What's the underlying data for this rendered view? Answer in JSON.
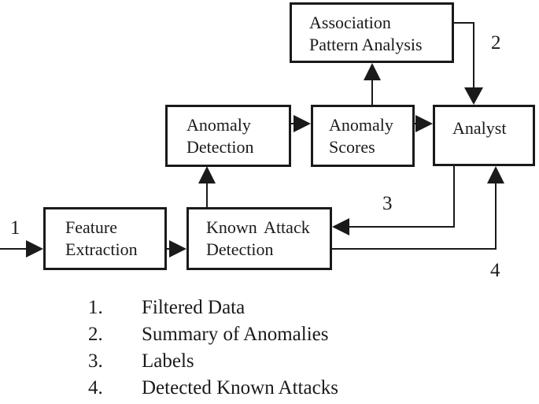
{
  "diagram": {
    "boxes": {
      "apa": {
        "line1": "Association",
        "line2": "Pattern Analysis"
      },
      "ad": {
        "line1": "Anomaly",
        "line2": "Detection"
      },
      "as": {
        "line1": "Anomaly",
        "line2": "Scores"
      },
      "analyst": {
        "line1": "Analyst"
      },
      "fe": {
        "line1": "Feature",
        "line2": "Extraction"
      },
      "kad": {
        "line1": "Known Attack",
        "line2": "Detection"
      }
    },
    "edge_labels": {
      "filtered_data": "1",
      "summary_of_anomalies": "2",
      "labels": "3",
      "detected_known_attacks": "4"
    },
    "colors": {
      "line": "#1a1a1a",
      "background": "#ffffff"
    }
  },
  "legend": {
    "items": [
      {
        "num": "1.",
        "label": "Filtered Data"
      },
      {
        "num": "2.",
        "label": "Summary of Anomalies"
      },
      {
        "num": "3.",
        "label": "Labels"
      },
      {
        "num": "4.",
        "label": "Detected Known Attacks"
      }
    ]
  }
}
